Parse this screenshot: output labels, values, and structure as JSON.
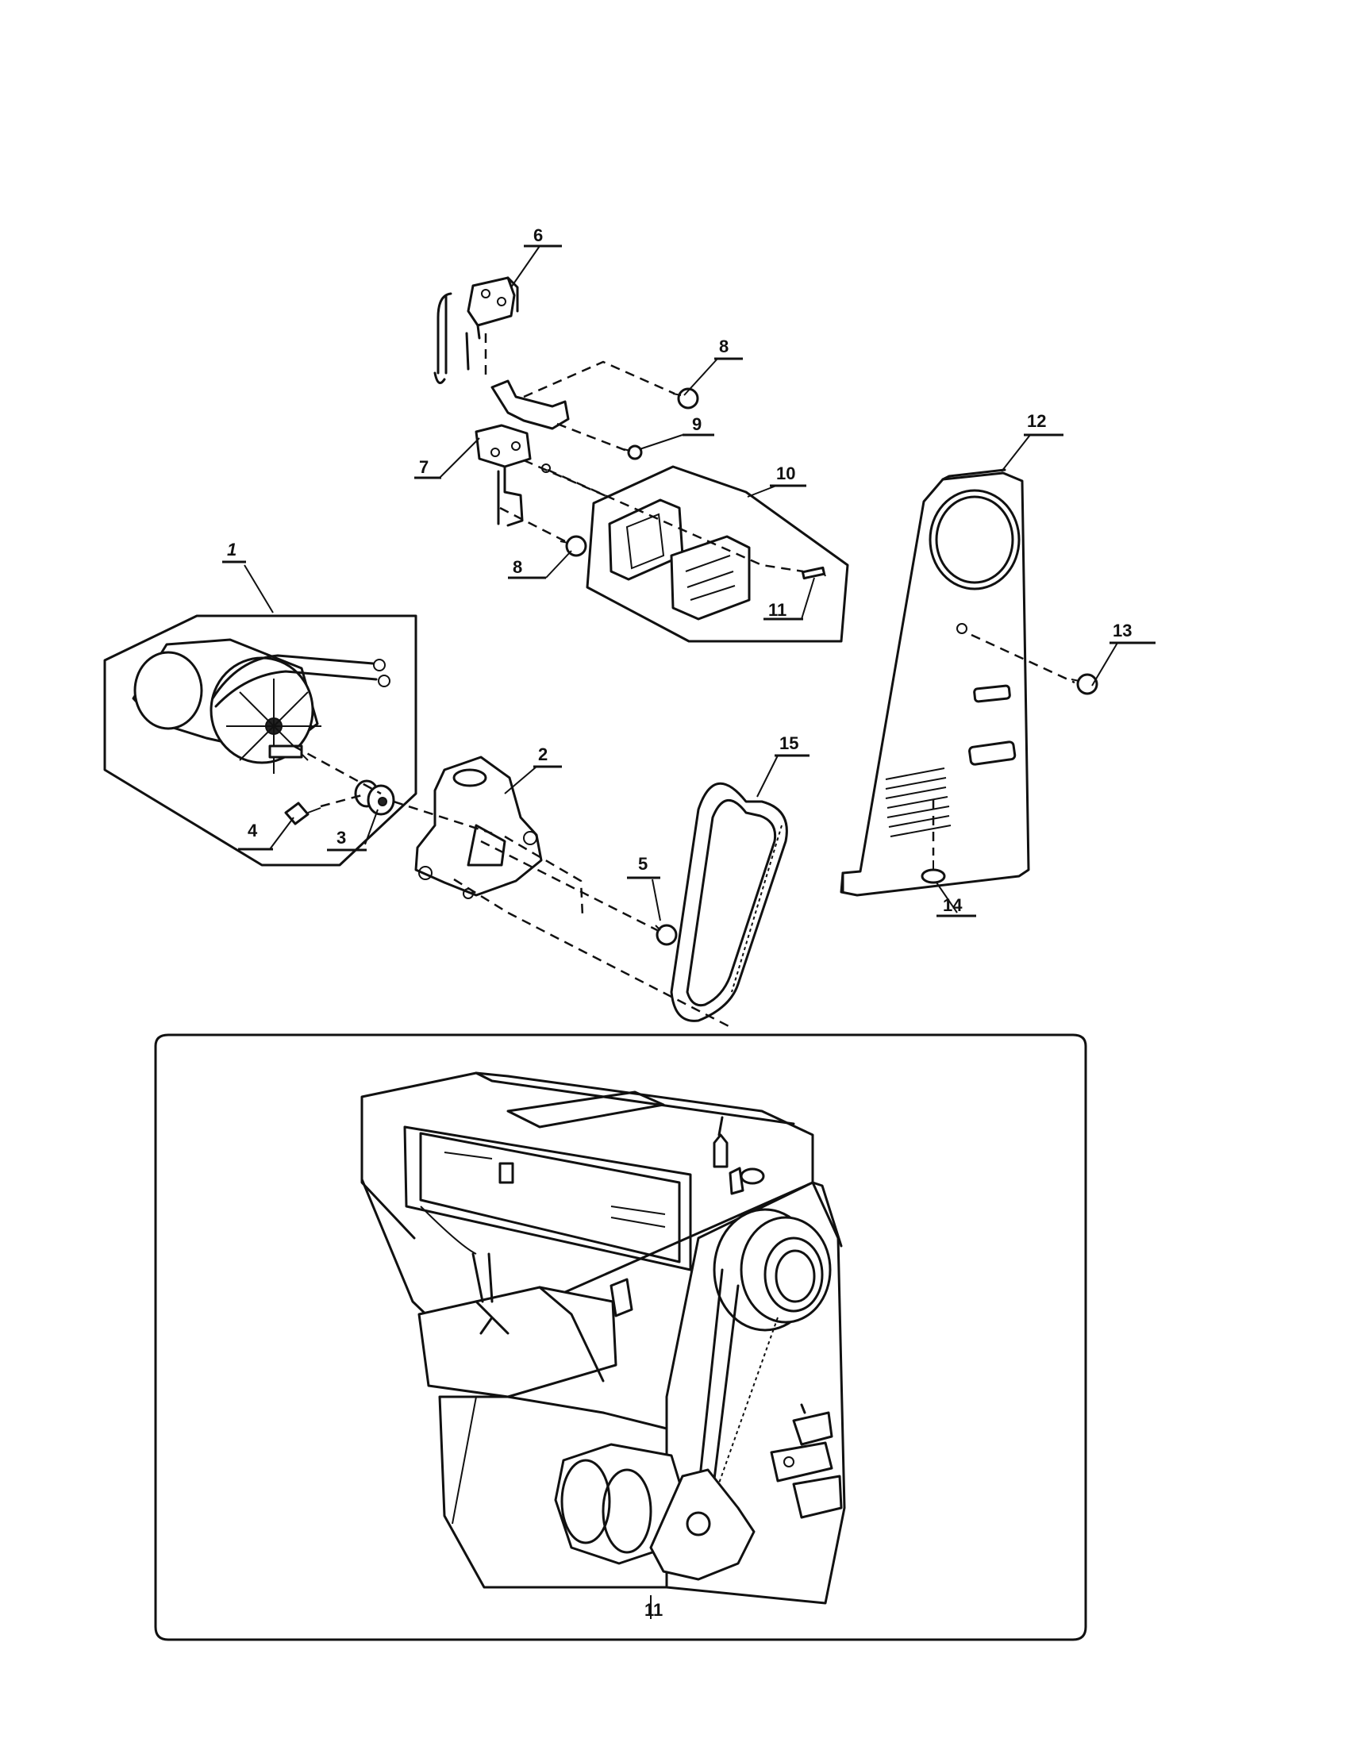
{
  "parts": [
    {
      "number": "1"
    },
    {
      "number": "2"
    },
    {
      "number": "3"
    },
    {
      "number": "4"
    },
    {
      "number": "5"
    },
    {
      "number": "6"
    },
    {
      "number": "7"
    },
    {
      "number": "8"
    },
    {
      "number": "8"
    },
    {
      "number": "9"
    },
    {
      "number": "10"
    },
    {
      "number": "11"
    },
    {
      "number": "12"
    },
    {
      "number": "13"
    },
    {
      "number": "14"
    },
    {
      "number": "15"
    }
  ],
  "inset": {
    "marking": "11"
  }
}
